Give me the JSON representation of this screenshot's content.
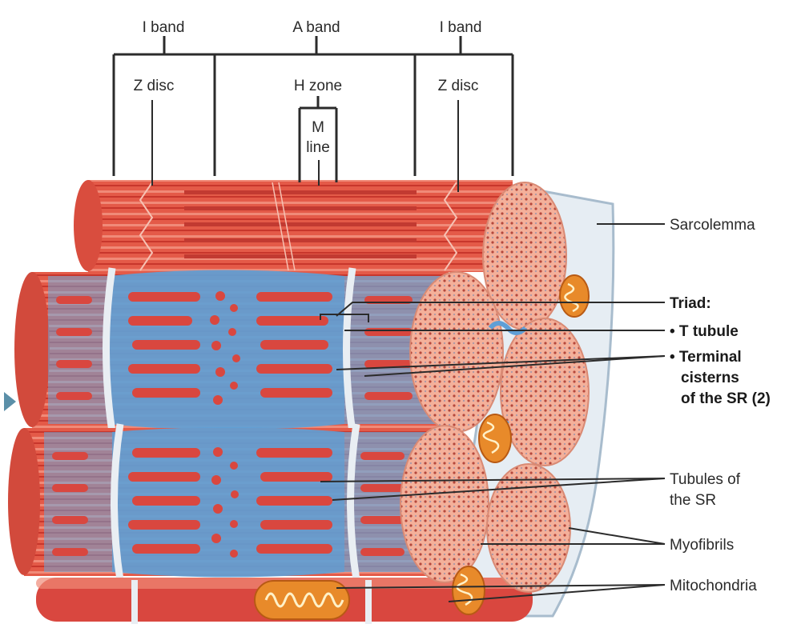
{
  "labels": {
    "i_band_left": "I band",
    "a_band": "A band",
    "i_band_right": "I band",
    "z_disc_left": "Z disc",
    "h_zone": "H zone",
    "m_line_1": "M",
    "m_line_2": "line",
    "z_disc_right": "Z disc",
    "sarcolemma": "Sarcolemma",
    "triad": "Triad:",
    "t_tubule": "• T tubule",
    "terminal_1": "• Terminal",
    "terminal_2": "cisterns",
    "terminal_3": "of the SR (2)",
    "tubules_1": "Tubules of",
    "tubules_2": "the SR",
    "myofibrils": "Myofibrils",
    "mitochondria": "Mitochondria"
  },
  "colors": {
    "muscle_red": "#d9473f",
    "muscle_light": "#eb8a78",
    "sr_blue": "#6aa6d8",
    "sr_blue_dark": "#3f7fbf",
    "sarcolemma_fill": "#e6edf3",
    "fibril_end": "#f2a68f",
    "mito_orange": "#e88a2a"
  }
}
